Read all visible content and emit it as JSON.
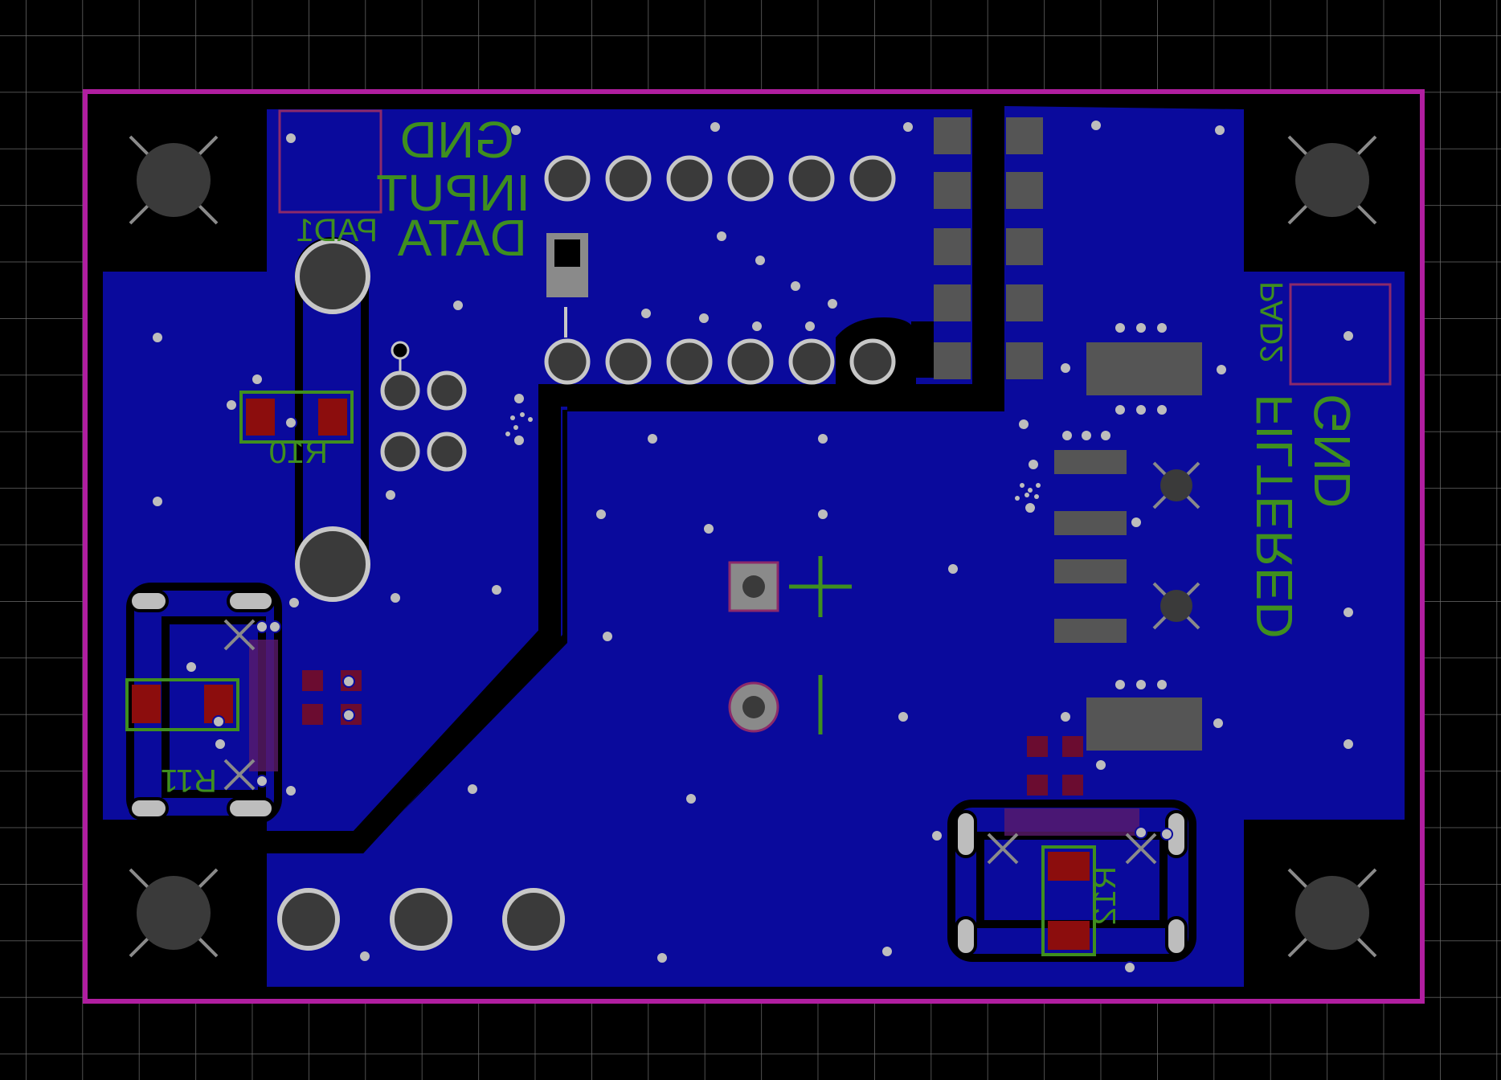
{
  "view": {
    "name": "pcb-bottom-layer-view"
  },
  "colors": {
    "background": "#000000",
    "grid": "#6a6a6a",
    "board_outline": "#b01ea0",
    "copper_pour": "#0a0a9c",
    "silkscreen": "#3f8f1f",
    "pad_gray": "#3a3a3a",
    "pad_ring": "#c7c7c7",
    "smd_pad": "#555555",
    "resistor_pad": "#8c0d0d"
  },
  "labels": {
    "gnd_top": "GND",
    "input": "INPUT",
    "data": "DATA",
    "pad1": "PAD1",
    "pad2": "PAD2",
    "gnd_right": "GND",
    "filtered": "FILTERED",
    "r10": "R10",
    "r11": "R11",
    "r12": "R12",
    "plus": "+",
    "minus": "−"
  },
  "components": {
    "mounting_holes": 4,
    "header_pins_top_row": 6,
    "header_pins_bottom_row": 6,
    "bottom_through_holes": 3,
    "smd_pads_column_left": 5,
    "smd_pads_column_right": 5
  }
}
